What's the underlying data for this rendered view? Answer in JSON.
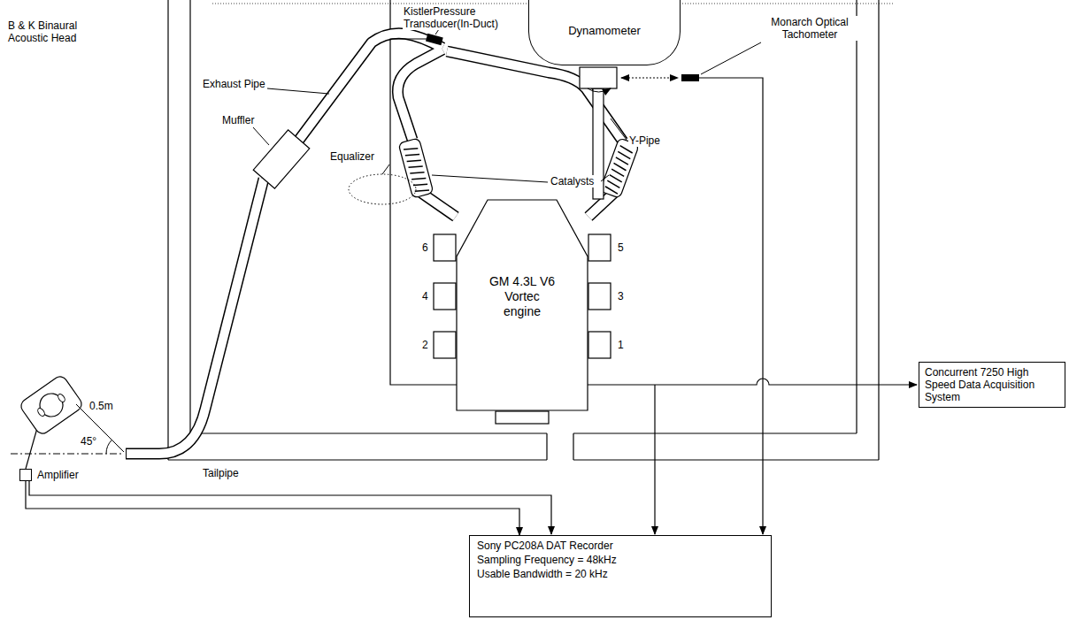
{
  "diagram": {
    "nodes": [
      {
        "text": [
          "Dynamometer"
        ]
      },
      {
        "text": [
          "GM 4.3L V6 Vortec engine"
        ]
      },
      {
        "text": [
          "Amplifier"
        ]
      },
      {
        "text": [
          "Concurrent 7250 High Speed Data Acquisition System"
        ]
      },
      {
        "text": [
          "Sony PC208A DAT Recorder",
          "Sampling Frequency = 48kHz",
          "Usable Bandwidth = 20 kHz"
        ]
      }
    ],
    "edges": [
      {
        "from": 2,
        "to": 4,
        "arrow": "to"
      }
    ],
    "labels": [
      "B & K Binaural Acoustic Head",
      "Exhaust Pipe",
      "Muffler",
      "KistlerPressure Transducer(In-Duct)",
      "Monarch Optical Tachometer",
      "Y-Pipe",
      "Equalizer",
      "Catalysts",
      "0.5m",
      "45°",
      "Tailpipe",
      "6",
      "4",
      "2",
      "5",
      "3",
      "1"
    ]
  }
}
